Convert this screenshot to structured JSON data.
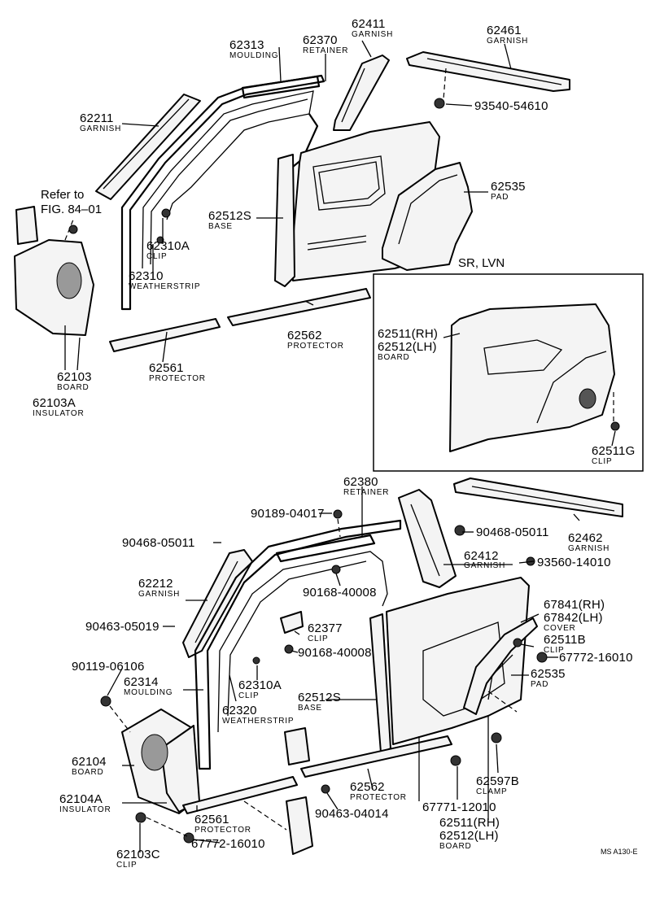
{
  "refer_note": [
    "Refer to",
    "FIG. 84–01"
  ],
  "inset_title": "SR, LVN",
  "footer_code": "MS A130-E",
  "parts_top": [
    {
      "num": "62313",
      "desc": "MOULDING"
    },
    {
      "num": "62370",
      "desc": "RETAINER"
    },
    {
      "num": "62411",
      "desc": "GARNISH"
    },
    {
      "num": "62461",
      "desc": "GARNISH"
    },
    {
      "num": "93540-54610",
      "desc": ""
    },
    {
      "num": "62211",
      "desc": "GARNISH"
    },
    {
      "num": "62535",
      "desc": "PAD"
    },
    {
      "num": "62512S",
      "desc": "BASE"
    },
    {
      "num": "62310A",
      "desc": "CLIP"
    },
    {
      "num": "62310",
      "desc": "WEATHERSTRIP"
    },
    {
      "num": "62103",
      "desc": "BOARD"
    },
    {
      "num": "62103A",
      "desc": "INSULATOR"
    },
    {
      "num": "62561",
      "desc": "PROTECTOR"
    },
    {
      "num": "62562",
      "desc": "PROTECTOR"
    }
  ],
  "inset_parts": [
    {
      "num": "62511(RH)",
      "desc": ""
    },
    {
      "num": "62512(LH)",
      "desc": "BOARD"
    },
    {
      "num": "62511G",
      "desc": "CLIP"
    }
  ],
  "parts_bottom": [
    {
      "num": "62380",
      "desc": "RETAINER"
    },
    {
      "num": "90189-04017",
      "desc": ""
    },
    {
      "num": "90468-05011",
      "desc": ""
    },
    {
      "num": "90468-05011",
      "desc": ""
    },
    {
      "num": "62462",
      "desc": "GARNISH"
    },
    {
      "num": "62412",
      "desc": "GARNISH"
    },
    {
      "num": "93560-14010",
      "desc": ""
    },
    {
      "num": "62212",
      "desc": "GARNISH"
    },
    {
      "num": "90168-40008",
      "desc": ""
    },
    {
      "num": "90463-05019",
      "desc": ""
    },
    {
      "num": "62377",
      "desc": "CLIP"
    },
    {
      "num": "90168-40008",
      "desc": ""
    },
    {
      "num": "67841(RH)",
      "desc": ""
    },
    {
      "num": "67842(LH)",
      "desc": "COVER"
    },
    {
      "num": "62511B",
      "desc": "CLIP"
    },
    {
      "num": "67772-16010",
      "desc": ""
    },
    {
      "num": "90119-06106",
      "desc": ""
    },
    {
      "num": "62314",
      "desc": "MOULDING"
    },
    {
      "num": "62310A",
      "desc": "CLIP"
    },
    {
      "num": "62535",
      "desc": "PAD"
    },
    {
      "num": "62320",
      "desc": "WEATHERSTRIP"
    },
    {
      "num": "62512S",
      "desc": "BASE"
    },
    {
      "num": "62104",
      "desc": "BOARD"
    },
    {
      "num": "62597B",
      "desc": "CLAMP"
    },
    {
      "num": "62104A",
      "desc": "INSULATOR"
    },
    {
      "num": "62562",
      "desc": "PROTECTOR"
    },
    {
      "num": "62561",
      "desc": "PROTECTOR"
    },
    {
      "num": "90463-04014",
      "desc": ""
    },
    {
      "num": "67771-12010",
      "desc": ""
    },
    {
      "num": "62511(RH)",
      "desc": ""
    },
    {
      "num": "62512(LH)",
      "desc": "BOARD"
    },
    {
      "num": "67772-16010",
      "desc": ""
    },
    {
      "num": "62103C",
      "desc": "CLIP"
    }
  ]
}
